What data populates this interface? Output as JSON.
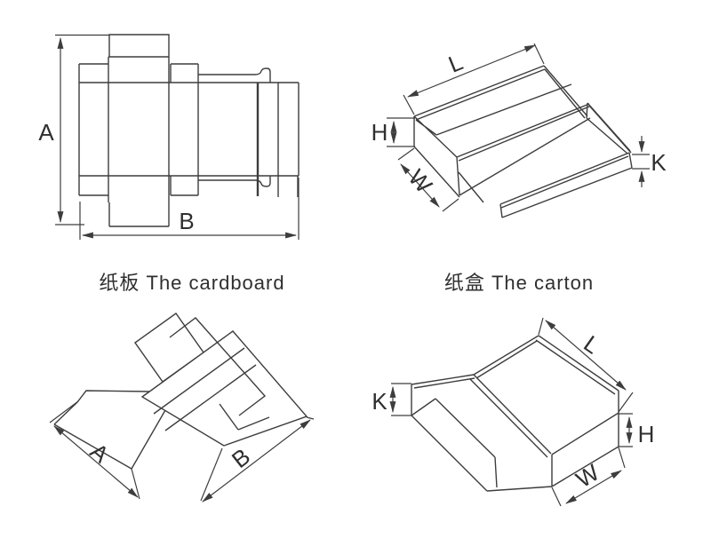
{
  "captions": {
    "cardboard": "纸板 The cardboard",
    "carton": "纸盒 The carton"
  },
  "diagrams": {
    "cardboard_flat": {
      "dim_a": "A",
      "dim_b": "B"
    },
    "carton": {
      "dim_l": "L",
      "dim_h": "H",
      "dim_w": "W",
      "dim_k": "K"
    },
    "cardboard_rotated": {
      "dim_a": "A",
      "dim_b": "B"
    },
    "carton_alt": {
      "dim_k": "K",
      "dim_l": "L",
      "dim_h": "H",
      "dim_w": "W"
    }
  },
  "colors": {
    "line": "#3d3d3d",
    "text": "#2f2f2f",
    "background": "#ffffff"
  }
}
